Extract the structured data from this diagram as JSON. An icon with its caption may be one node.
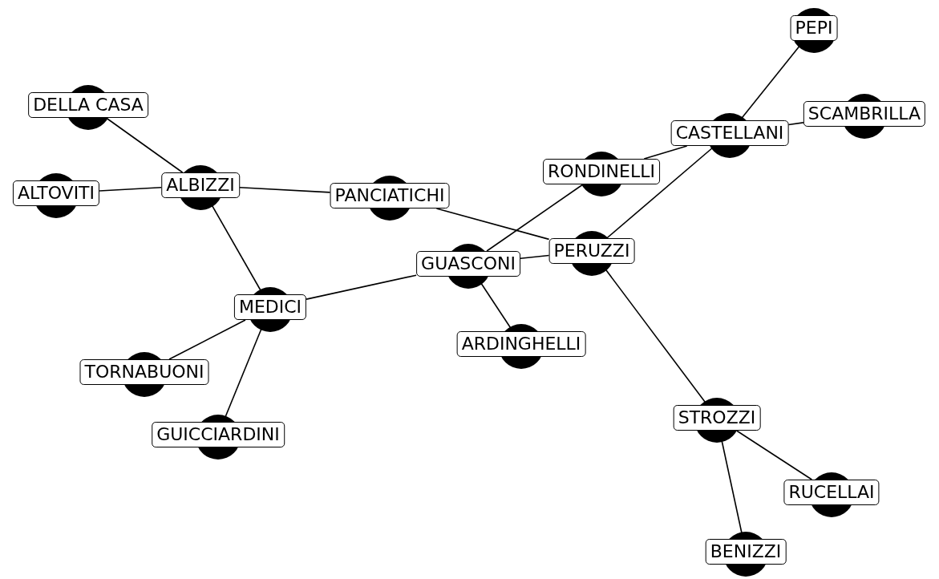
{
  "diagram": {
    "nodes": [
      {
        "text": [
          "PEPI"
        ]
      },
      {
        "text": [
          "DELLA CASA"
        ]
      },
      {
        "text": [
          "SCAMBRILLA"
        ]
      },
      {
        "text": [
          "CASTELLANI"
        ]
      },
      {
        "text": [
          "RONDINELLI"
        ]
      },
      {
        "text": [
          "ALBIZZI"
        ]
      },
      {
        "text": [
          "ALTOVITI"
        ]
      },
      {
        "text": [
          "PANCIATICHI"
        ]
      },
      {
        "text": [
          "PERUZZI"
        ]
      },
      {
        "text": [
          "GUASCONI"
        ]
      },
      {
        "text": [
          "MEDICI"
        ]
      },
      {
        "text": [
          "ARDINGHELLI"
        ]
      },
      {
        "text": [
          "TORNABUONI"
        ]
      },
      {
        "text": [
          "GUICCIARDINI"
        ]
      },
      {
        "text": [
          "STROZZI"
        ]
      },
      {
        "text": [
          "RUCELLAI"
        ]
      },
      {
        "text": [
          "BENIZZI"
        ]
      }
    ],
    "edges": [
      {
        "from": 1,
        "to": 5,
        "arrow": "none"
      },
      {
        "from": 6,
        "to": 5,
        "arrow": "none"
      },
      {
        "from": 5,
        "to": 7,
        "arrow": "none"
      },
      {
        "from": 5,
        "to": 10,
        "arrow": "none"
      },
      {
        "from": 7,
        "to": 8,
        "arrow": "none"
      },
      {
        "from": 10,
        "to": 9,
        "arrow": "none"
      },
      {
        "from": 10,
        "to": 12,
        "arrow": "none"
      },
      {
        "from": 10,
        "to": 13,
        "arrow": "none"
      },
      {
        "from": 9,
        "to": 8,
        "arrow": "none"
      },
      {
        "from": 9,
        "to": 4,
        "arrow": "none"
      },
      {
        "from": 9,
        "to": 11,
        "arrow": "none"
      },
      {
        "from": 4,
        "to": 3,
        "arrow": "none"
      },
      {
        "from": 8,
        "to": 3,
        "arrow": "none"
      },
      {
        "from": 8,
        "to": 14,
        "arrow": "none"
      },
      {
        "from": 3,
        "to": 0,
        "arrow": "none"
      },
      {
        "from": 3,
        "to": 2,
        "arrow": "none"
      },
      {
        "from": 14,
        "to": 15,
        "arrow": "none"
      },
      {
        "from": 14,
        "to": 16,
        "arrow": "none"
      }
    ]
  }
}
